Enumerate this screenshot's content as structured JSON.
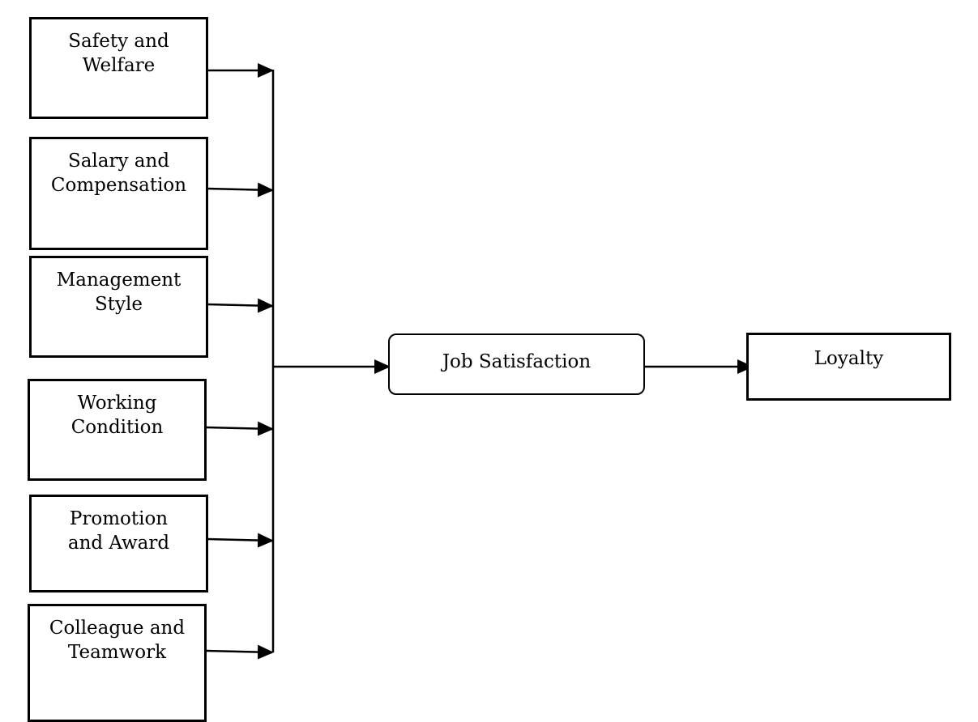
{
  "diagram": {
    "factors": [
      {
        "id": "safety-welfare",
        "label": "Safety and\nWelfare"
      },
      {
        "id": "salary-compensation",
        "label": "Salary and\nCompensation"
      },
      {
        "id": "management-style",
        "label": "Management\nStyle"
      },
      {
        "id": "working-condition",
        "label": "Working\nCondition"
      },
      {
        "id": "promotion-award",
        "label": "Promotion\nand Award"
      },
      {
        "id": "colleague-teamwork",
        "label": "Colleague and\nTeamwork"
      }
    ],
    "mediator": {
      "label": "Job Satisfaction"
    },
    "outcome": {
      "label": "Loyalty"
    },
    "colors": {
      "line": "#000000",
      "fill": "#ffffff",
      "text": "#000000"
    }
  }
}
